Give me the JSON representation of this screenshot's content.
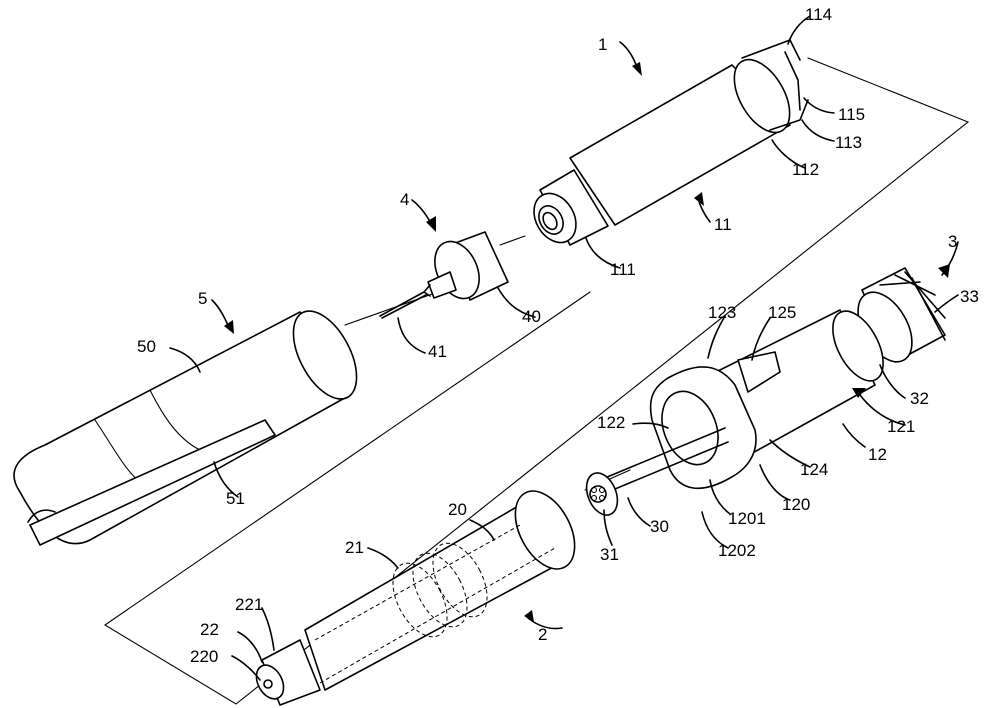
{
  "labels": {
    "l1": "1",
    "l114": "114",
    "l115": "115",
    "l113": "113",
    "l112": "112",
    "l11": "11",
    "l111": "111",
    "l4": "4",
    "l40": "40",
    "l41": "41",
    "l5": "5",
    "l50": "50",
    "l51": "51",
    "l3": "3",
    "l33": "33",
    "l32": "32",
    "l123": "123",
    "l125": "125",
    "l122": "122",
    "l121": "121",
    "l124": "124",
    "l12": "12",
    "l120": "120",
    "l1201": "1201",
    "l1202": "1202",
    "l30": "30",
    "l31": "31",
    "l20": "20",
    "l21": "21",
    "l221": "221",
    "l22": "22",
    "l220": "220",
    "l2": "2"
  }
}
